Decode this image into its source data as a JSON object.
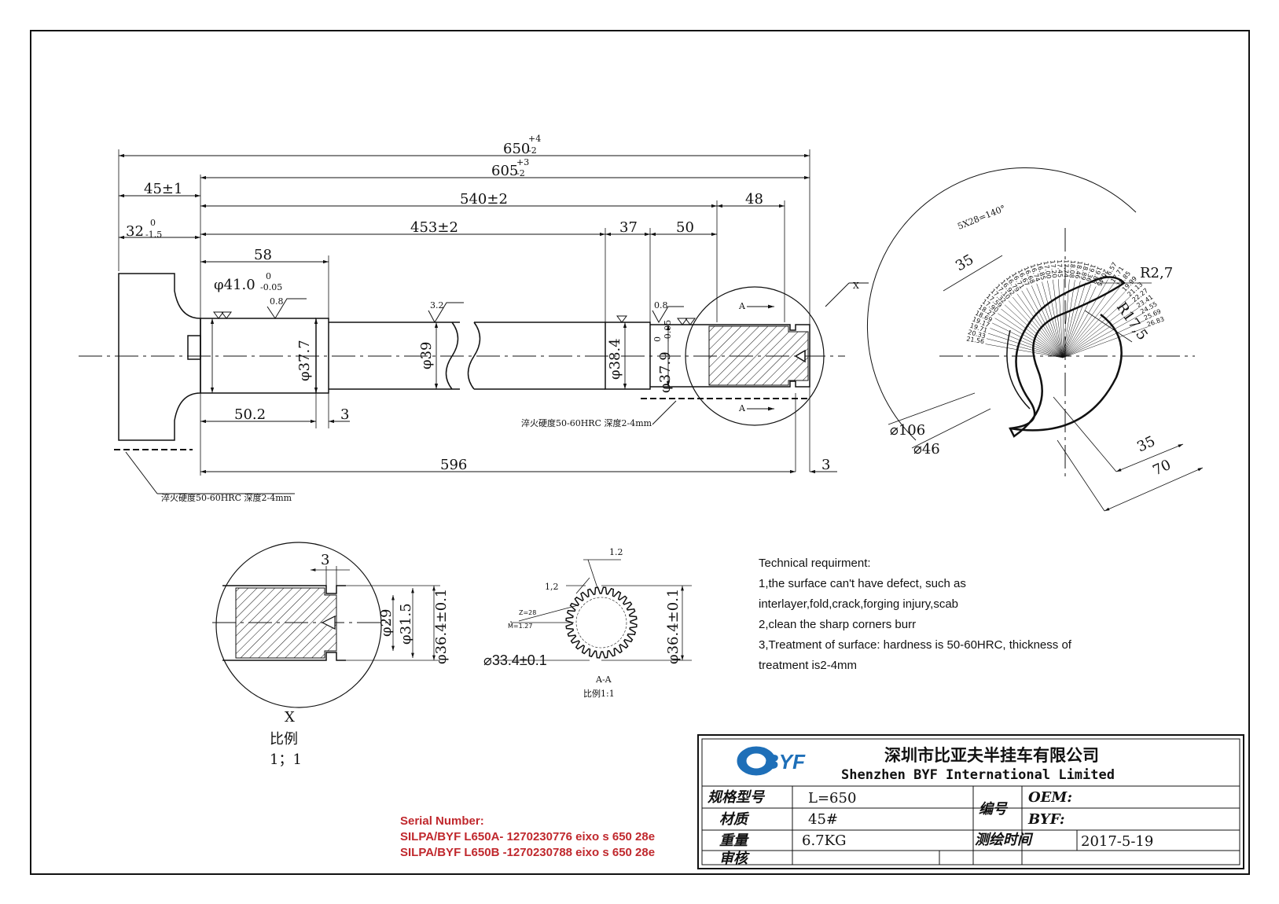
{
  "dimensions": {
    "overall": "650",
    "overall_tol_up": "+4",
    "overall_tol_dn": "-2",
    "d605": "605",
    "d605_tol_up": "+3",
    "d605_tol_dn": "-2",
    "d45": "45±1",
    "d540": "540±2",
    "d48": "48",
    "d32": "32",
    "d32_tol_up": "0",
    "d32_tol_dn": "-1.5",
    "d453": "453±2",
    "d37": "37",
    "d50": "50",
    "d58": "58",
    "dia41": "φ41.0",
    "dia41_tol_up": "0",
    "dia41_tol_dn": "-0.05",
    "dia377": "φ37.7",
    "dia39": "φ39",
    "dia384": "φ38.4",
    "dia379": "φ37.9",
    "dia379_tol_up": "0",
    "dia379_tol_dn": "-0.05",
    "d502": "50.2",
    "d3a": "3",
    "d596": "596",
    "d3b": "3",
    "rough32": "3.2",
    "rough08a": "0.8",
    "rough08b": "0.8",
    "section_mark": "A",
    "detail_mark": "X"
  },
  "hardening_note": "淬火硬度50-60HRC 深度2-4mm",
  "end_view": {
    "angle": "5X28=140°",
    "r27": "R2,7",
    "r175": "R17,5",
    "d35a": "35",
    "d35b": "35",
    "d70": "70",
    "dia106": "⌀106",
    "dia46": "⌀46",
    "ray_labels": [
      "21.56",
      "20.33",
      "19.71",
      "19.17",
      "18.69",
      "18.27",
      "17.90",
      "17.59",
      "17.32",
      "17.10",
      "16.92",
      "16.79",
      "16.71",
      "16.67",
      "16.68",
      "16.74",
      "16.85",
      "17.00",
      "17.20",
      "17.45",
      "17.74",
      "18.08",
      "18.46",
      "18.89",
      "19.36",
      "19.88",
      "20.45"
    ],
    "ray_labels_top": [
      "16.57",
      "17.71",
      "18.85",
      "19.99",
      "21.13",
      "22.27",
      "23.41",
      "24.55",
      "25.69",
      "26.83"
    ]
  },
  "detail_x": {
    "d3": "3",
    "dia29": "φ29",
    "dia315": "φ31.5",
    "dia364": "φ36.4±0.1",
    "title": "X",
    "scale_label": "比例",
    "scale_value": "1；1"
  },
  "section_aa": {
    "d12a": "1.2",
    "d12b": "1,2",
    "z": "Z=28",
    "m": "M=1.27",
    "dia334": "⌀33.4±0.1",
    "dia364": "φ36.4±0.1",
    "title": "A-A",
    "scale": "比例1:1"
  },
  "notes": {
    "title": "Technical requirment:",
    "line1": "1,the surface can't have defect, such as",
    "line2": "interlayer,fold,crack,forging injury,scab",
    "line3": "2,clean the sharp corners burr",
    "line4": "3,Treatment of surface: hardness is 50-60HRC, thickness of",
    "line5": "treatment is2-4mm"
  },
  "serial": {
    "title": "Serial Number:",
    "line1": "SILPA/BYF L650A- 1270230776 eixo s 650 28e",
    "line2": "SILPA/BYF L650B -1270230788 eixo s 650 28e"
  },
  "title_block": {
    "logo": "BYF",
    "company_cn": "深圳市比亚夫半挂车有限公司",
    "company_en": "Shenzhen BYF International Limited",
    "spec_label": "规格型号",
    "spec_value": "L=650",
    "material_label": "材质",
    "material_value": "45#",
    "weight_label": "重量",
    "weight_value": "6.7KG",
    "review_label": "审核",
    "number_label": "编号",
    "oem_label": "OEM:",
    "byf_label": "BYF:",
    "date_label": "测绘时间",
    "date_value": "2017-5-19"
  },
  "colors": {
    "line": "#111111",
    "serial": "#c0282d",
    "logo": "#1e6fb8"
  }
}
